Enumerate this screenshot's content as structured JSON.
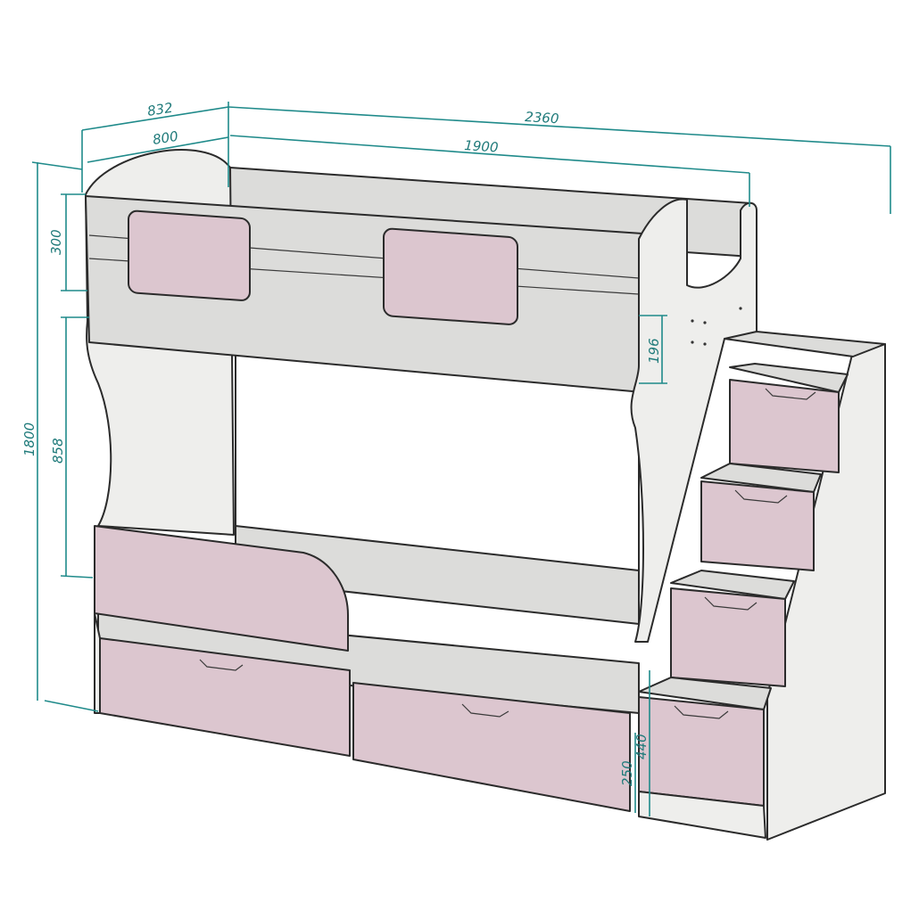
{
  "colors": {
    "panel_white": "#eeeeec",
    "panel_grey": "#dcdcda",
    "pink": "#dcc6cf",
    "outline": "#2b2b2b",
    "dimension": "#1f8a8a"
  },
  "dimensions": {
    "total_length": "2360",
    "depth": "832",
    "inner_depth": "800",
    "berth_length": "1900",
    "total_height": "1800",
    "rail_height": "300",
    "opening_height": "858",
    "side_board_height": "196",
    "step_height": "440",
    "drawer_height": "250"
  }
}
